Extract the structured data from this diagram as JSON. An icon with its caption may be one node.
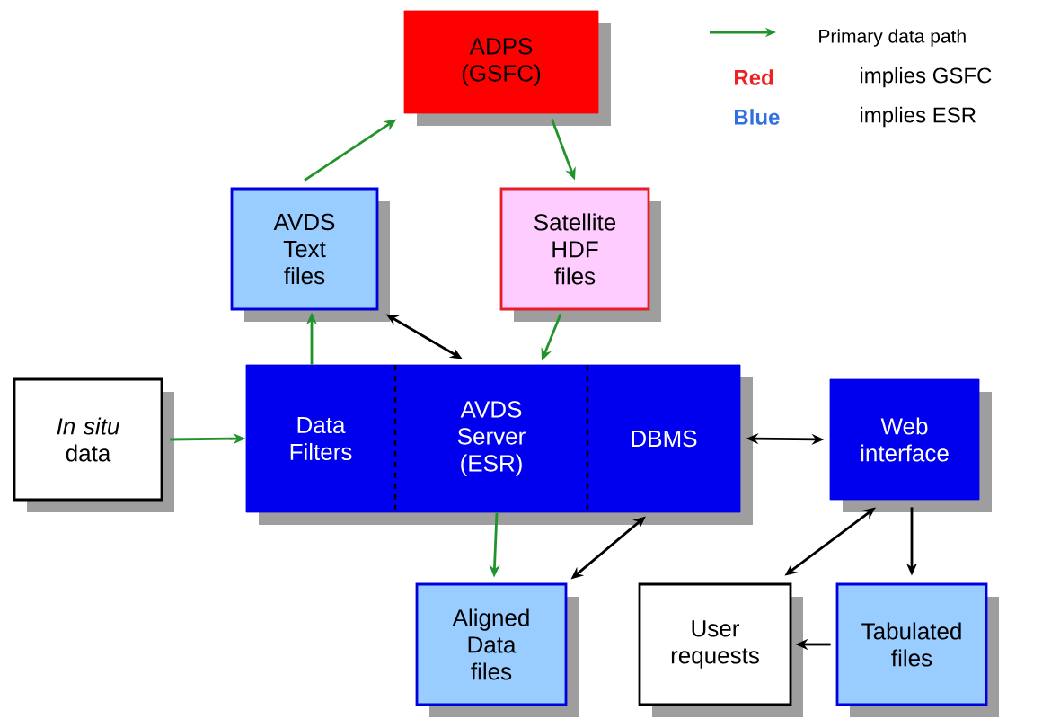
{
  "diagram": {
    "nodes": [
      {
        "text": [
          "ADPS (GSFC)"
        ]
      },
      {
        "text": [
          "AVDS Text files"
        ]
      },
      {
        "text": [
          "Satellite HDF files"
        ]
      },
      {
        "text": [
          "*In situ* data"
        ]
      },
      {
        "text": [],
        "shape": "box"
      },
      {
        "text": [
          "Data Filters"
        ],
        "in": 4
      },
      {
        "text": [
          "AVDS Server (ESR)"
        ],
        "in": 4
      },
      {
        "text": [
          "DBMS"
        ],
        "in": 4
      },
      {
        "text": [
          "Web interface"
        ]
      },
      {
        "text": [
          "Aligned Data files"
        ]
      },
      {
        "text": [
          "User requests"
        ]
      },
      {
        "text": [
          "Tabulated files"
        ]
      }
    ],
    "edges": [
      {
        "from": 1,
        "to": 0,
        "arrow": "to"
      },
      {
        "from": 0,
        "to": 2,
        "arrow": "to"
      },
      {
        "from": 5,
        "to": 1,
        "arrow": "to"
      },
      {
        "from": 1,
        "to": 6,
        "arrow": "both",
        "color": "#000000"
      },
      {
        "from": 2,
        "to": 6,
        "arrow": "to"
      },
      {
        "from": 3,
        "to": 5,
        "arrow": "to"
      },
      {
        "from": 6,
        "to": 9,
        "arrow": "to"
      },
      {
        "from": 7,
        "to": 9,
        "arrow": "both",
        "color": "#000000"
      },
      {
        "from": 7,
        "to": 8,
        "arrow": "both",
        "color": "#000000"
      },
      {
        "from": 8,
        "to": 10,
        "arrow": "both",
        "color": "#000000"
      },
      {
        "from": 8,
        "to": 11,
        "arrow": "to",
        "color": "#000000"
      },
      {
        "from": 11,
        "to": 10,
        "arrow": "to",
        "color": "#000000"
      }
    ],
    "labels": [
      "Red",
      "Blue"
    ],
    "legend": [
      {
        "text": "Primary data path"
      },
      {
        "text": "implies GSFC",
        "color": "#ee2222"
      },
      {
        "text": "implies ESR",
        "color": "#2f6fe0"
      }
    ]
  }
}
